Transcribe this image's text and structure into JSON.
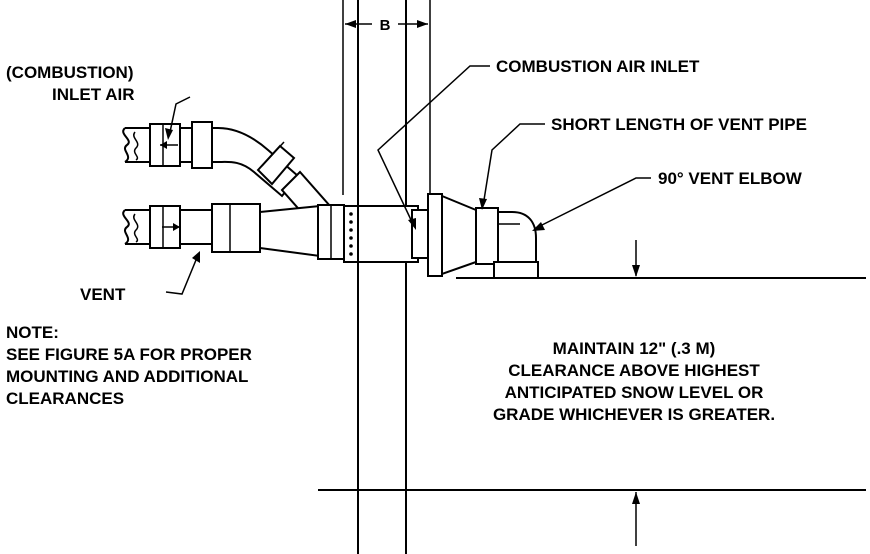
{
  "labels": {
    "dimension_b": "B",
    "combustion_paren": "(COMBUSTION)",
    "inlet_air": "INLET AIR",
    "combustion_air_inlet": "COMBUSTION AIR INLET",
    "short_length": "SHORT LENGTH OF VENT PIPE",
    "vent_elbow": "90° VENT ELBOW",
    "vent": "VENT"
  },
  "note": {
    "heading": "NOTE:",
    "lines": [
      "SEE FIGURE 5A FOR PROPER",
      "MOUNTING AND ADDITIONAL",
      "CLEARANCES"
    ]
  },
  "clearance": {
    "lines": [
      "MAINTAIN 12\" (.3 M)",
      "CLEARANCE ABOVE HIGHEST",
      "ANTICIPATED SNOW LEVEL OR",
      "GRADE WHICHEVER IS GREATER."
    ]
  }
}
